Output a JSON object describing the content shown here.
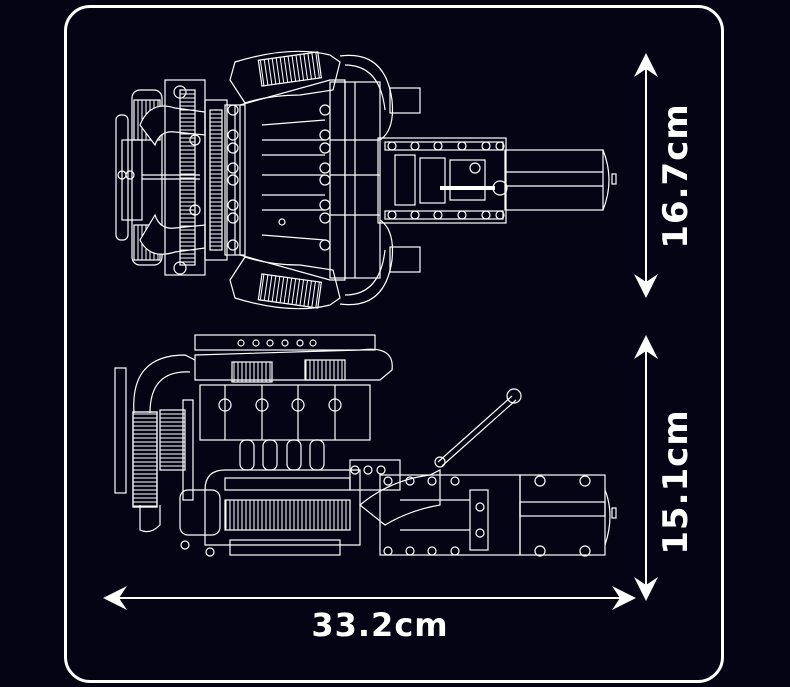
{
  "diagram": {
    "subject": "engine model line drawing with dimensions",
    "views": [
      {
        "name": "top-view",
        "label": ""
      },
      {
        "name": "side-view",
        "label": ""
      }
    ],
    "dimensions": {
      "length": "33.2cm",
      "top_view_height": "16.7cm",
      "side_view_height": "15.1cm"
    },
    "colors": {
      "background": "#050414",
      "line": "#ffffff"
    }
  }
}
